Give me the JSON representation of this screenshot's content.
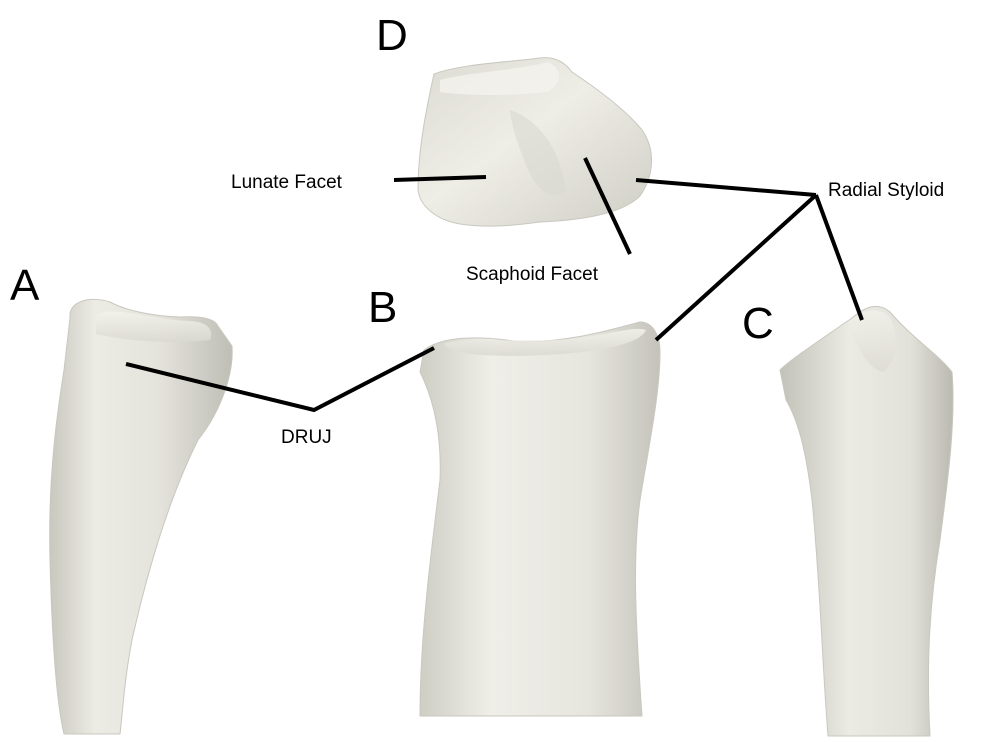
{
  "panels": {
    "a": "A",
    "b": "B",
    "c": "C",
    "d": "D"
  },
  "callouts": {
    "lunate_facet": "Lunate Facet",
    "scaphoid_facet": "Scaphoid Facet",
    "radial_styloid": "Radial Styloid",
    "druj": "DRUJ"
  },
  "colors": {
    "bone": "#e9e8e1",
    "bone_shadow": "#c6c5bc",
    "leader": "#000000",
    "background": "#ffffff"
  }
}
